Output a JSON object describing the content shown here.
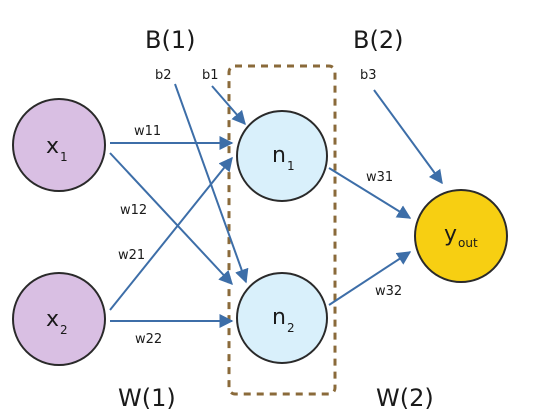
{
  "colors": {
    "input_fill": "#d9bfe3",
    "input_stroke": "#2a2a2a",
    "hidden_fill": "#d9f0fb",
    "hidden_stroke": "#2a2a2a",
    "output_fill": "#f7cf12",
    "output_stroke": "#2a2a2a",
    "arrow": "#3d6ea8",
    "box_stroke": "#8a6a3a"
  },
  "labels": {
    "b1_header": "B(1)",
    "b2_header": "B(2)",
    "w1_footer": "W(1)",
    "w2_footer": "W(2)"
  },
  "nodes": {
    "x1": {
      "main": "x",
      "sub": "1"
    },
    "x2": {
      "main": "x",
      "sub": "2"
    },
    "n1": {
      "main": "n",
      "sub": "1"
    },
    "n2": {
      "main": "n",
      "sub": "2"
    },
    "yout": {
      "main": "y",
      "sub": "out"
    }
  },
  "weights": {
    "w11": "w11",
    "w12": "w12",
    "w21": "w21",
    "w22": "w22",
    "w31": "w31",
    "w32": "w32"
  },
  "biases": {
    "b1": "b1",
    "b2": "b2",
    "b3": "b3"
  },
  "icons": {
    "arrow": "arrowhead"
  }
}
